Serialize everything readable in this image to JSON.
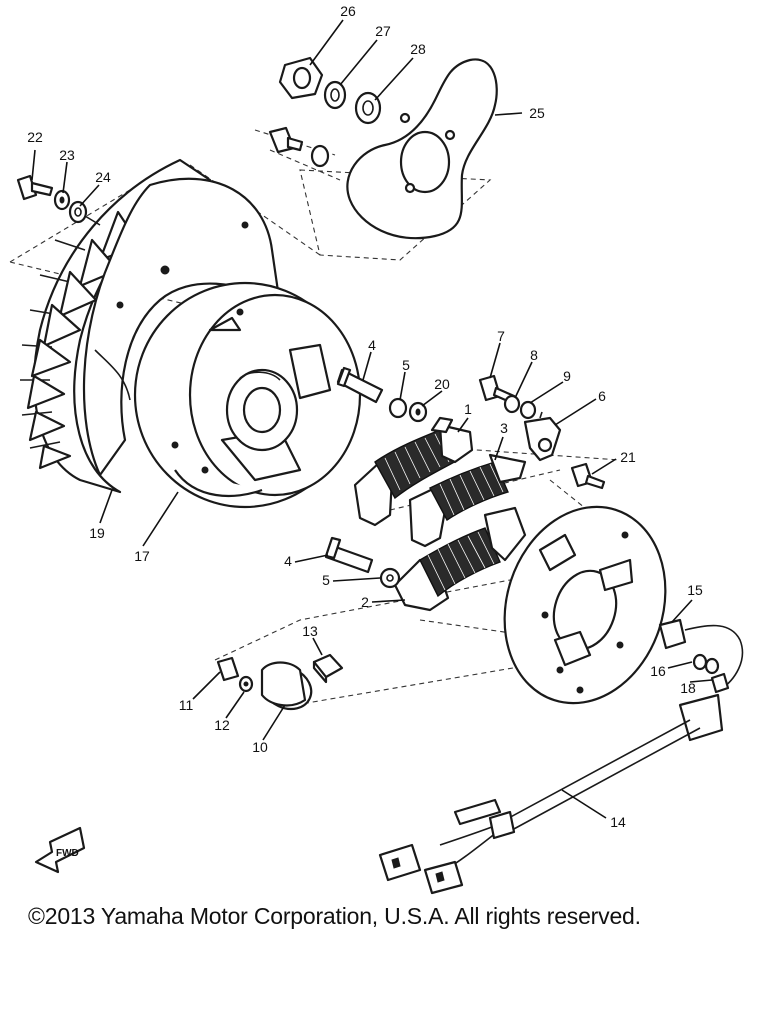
{
  "diagram": {
    "callouts": [
      "1",
      "2",
      "3",
      "4",
      "4",
      "5",
      "5",
      "6",
      "7",
      "8",
      "9",
      "10",
      "11",
      "12",
      "13",
      "14",
      "15",
      "16",
      "17",
      "18",
      "19",
      "20",
      "21",
      "22",
      "23",
      "24",
      "25",
      "26",
      "27",
      "28"
    ],
    "fwd_label": "FWD"
  },
  "footer": {
    "copyright": "©2013 Yamaha Motor Corporation, U.S.A. All rights reserved."
  }
}
